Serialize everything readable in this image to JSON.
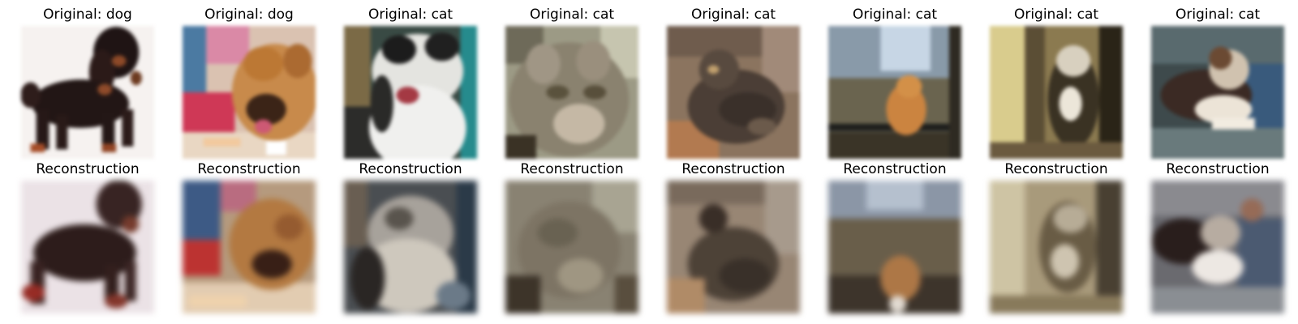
{
  "figure": {
    "originals": [
      {
        "title": "Original: dog",
        "subject": "dog"
      },
      {
        "title": "Original: dog",
        "subject": "dog"
      },
      {
        "title": "Original: cat",
        "subject": "cat"
      },
      {
        "title": "Original: cat",
        "subject": "cat"
      },
      {
        "title": "Original: cat",
        "subject": "cat"
      },
      {
        "title": "Original: cat",
        "subject": "cat"
      },
      {
        "title": "Original: cat",
        "subject": "cat"
      },
      {
        "title": "Original: cat",
        "subject": "cat"
      }
    ],
    "reconstructions": [
      {
        "title": "Reconstruction"
      },
      {
        "title": "Reconstruction"
      },
      {
        "title": "Reconstruction"
      },
      {
        "title": "Reconstruction"
      },
      {
        "title": "Reconstruction"
      },
      {
        "title": "Reconstruction"
      },
      {
        "title": "Reconstruction"
      },
      {
        "title": "Reconstruction"
      }
    ]
  }
}
